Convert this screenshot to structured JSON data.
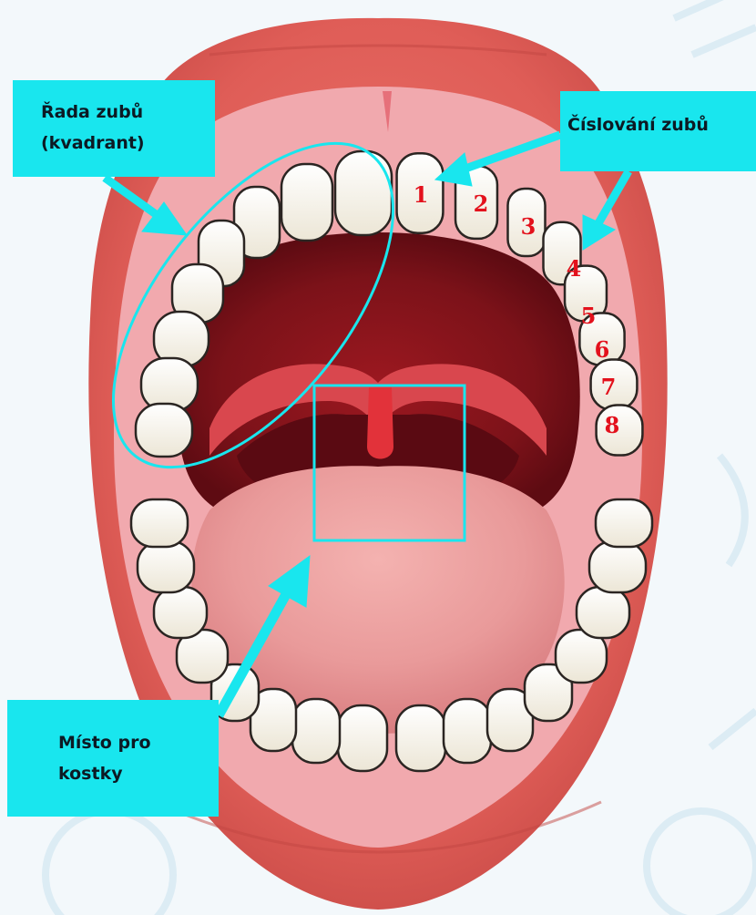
{
  "callouts": {
    "quadrant": {
      "line1": "Řada zubů",
      "line2": "(kvadrant)"
    },
    "numbering": {
      "text": "Číslování zubů"
    },
    "dice": {
      "line1": "Místo pro",
      "line2": "kostky"
    }
  },
  "tooth_numbers": [
    "1",
    "2",
    "3",
    "4",
    "5",
    "6",
    "7",
    "8"
  ],
  "colors": {
    "accent": "#19e6ee",
    "tooth_number": "#e3111c",
    "lips": "#e0605b",
    "gums": "#f3b0b4",
    "throat": "#7a1118",
    "tongue": "#e79a9a",
    "tooth": "#fbf9f2"
  }
}
